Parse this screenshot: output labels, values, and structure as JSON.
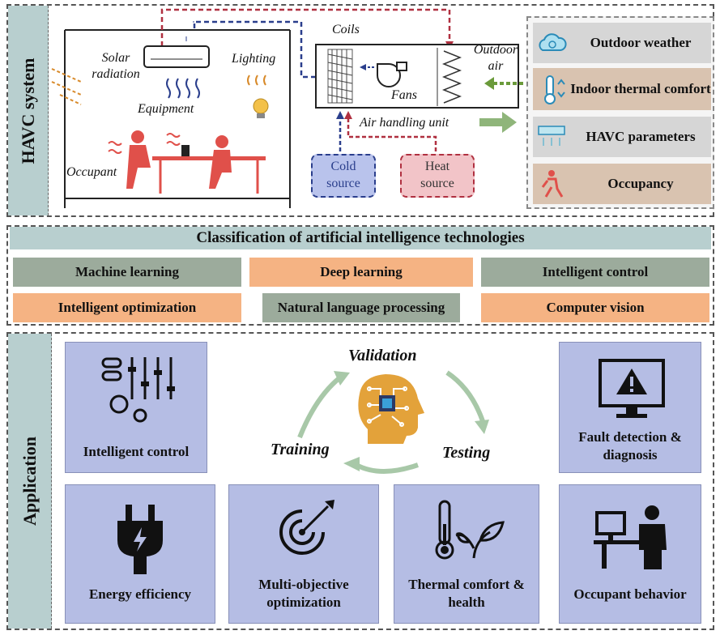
{
  "hvac": {
    "side_label": "HAVC system",
    "room_labels": {
      "solar": "Solar radiation",
      "lighting": "Lighting",
      "equipment": "Equipment",
      "occupant": "Occupant"
    },
    "ahu": {
      "coils": "Coils",
      "fans": "Fans",
      "unit": "Air handling unit",
      "outdoor_air": "Outdoor air"
    },
    "sources": {
      "cold": "Cold source",
      "heat": "Heat source"
    },
    "panel": [
      {
        "label": "Outdoor weather",
        "icon": "cloud-recycle-icon"
      },
      {
        "label": "Indoor thermal comfort",
        "icon": "thermometer-icon"
      },
      {
        "label": "HAVC parameters",
        "icon": "air-conditioner-icon"
      },
      {
        "label": "Occupancy",
        "icon": "person-running-icon"
      }
    ]
  },
  "classification": {
    "title": "Classification of artificial intelligence technologies",
    "items": [
      "Machine learning",
      "Deep learning",
      "Intelligent control",
      "Intelligent optimization",
      "Natural language processing",
      "Computer vision"
    ]
  },
  "application": {
    "side_label": "Application",
    "cycle": {
      "validation": "Validation",
      "testing": "Testing",
      "training": "Training"
    },
    "cards": {
      "intelligent_control": "Intelligent control",
      "fault_detection": "Fault detection & diagnosis",
      "energy_efficiency": "Energy efficiency",
      "multi_objective": "Multi-objective optimization",
      "thermal_comfort": "Thermal comfort & health",
      "occupant_behavior": "Occupant behavior"
    }
  },
  "colors": {
    "side_label_bg": "#b8cfcf",
    "green": "#9cab9c",
    "orange": "#f5b383",
    "card_bg": "#b5bde4",
    "red_line": "#b03040",
    "blue_line": "#2a3e8c",
    "person": "#e0504a",
    "brain": "#e3a23a"
  }
}
